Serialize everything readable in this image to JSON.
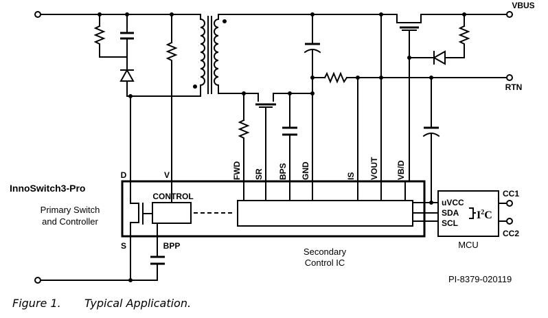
{
  "diagram": {
    "part_number": "InnoSwitch3-Pro",
    "primary_block": {
      "line1": "Primary Switch",
      "line2": "and Controller"
    },
    "control_label": "CONTROL",
    "pins_primary": {
      "d": "D",
      "v": "V",
      "s": "S",
      "bpp": "BPP"
    },
    "pins_secondary": [
      "FWD",
      "SR",
      "BPS",
      "GND",
      "IS",
      "VOUT",
      "VB/D"
    ],
    "secondary_ic": {
      "line1": "Secondary",
      "line2": "Control IC"
    },
    "mcu": {
      "label": "MCU",
      "pins": [
        "uVCC",
        "SDA",
        "SCL"
      ],
      "bus_label": "I",
      "bus_sup": "2",
      "bus_suffix": "C"
    },
    "terminals": {
      "vbus": "VBUS",
      "rtn": "RTN",
      "cc1": "CC1",
      "cc2": "CC2"
    },
    "drawing_id": "PI-8379-020119"
  },
  "caption": {
    "number": "Figure 1.",
    "title": "Typical Application."
  }
}
